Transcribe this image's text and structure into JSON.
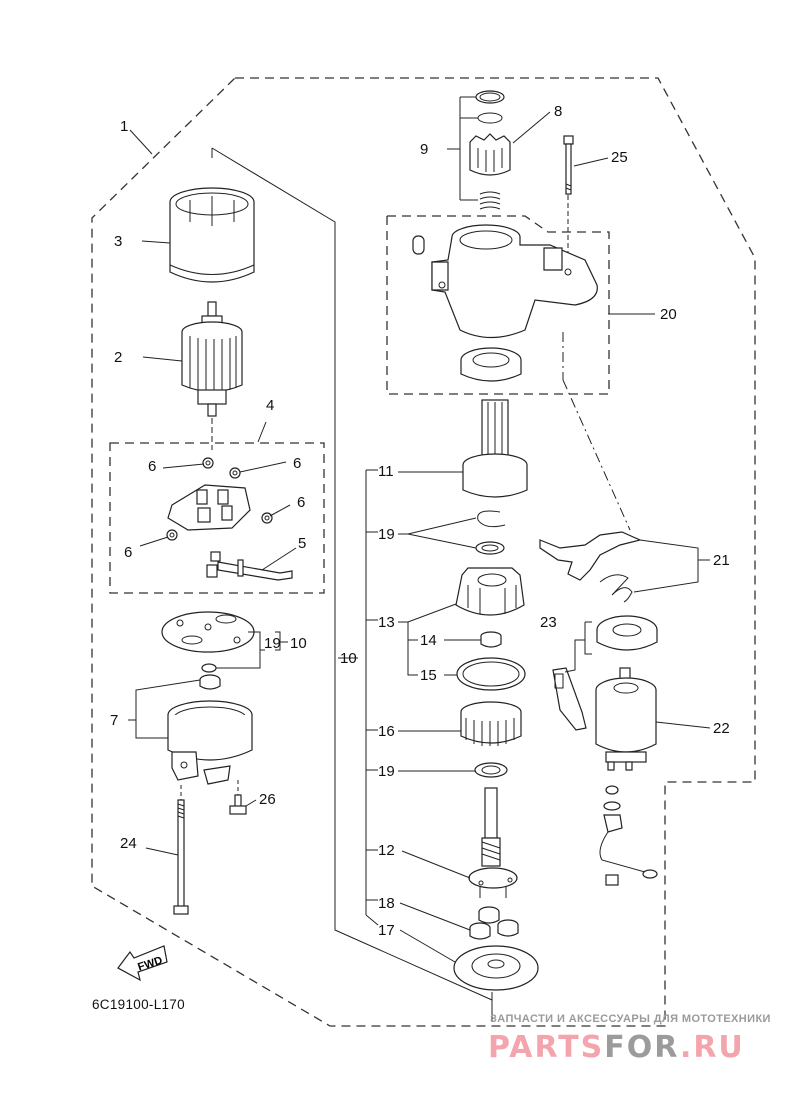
{
  "diagram": {
    "type": "exploded-parts-diagram",
    "subject": "Outboard electric starter motor assembly",
    "drawing_code": "6C19100-L170",
    "direction_marker": "FWD",
    "callouts": [
      {
        "id": "1",
        "label": "1"
      },
      {
        "id": "2",
        "label": "2"
      },
      {
        "id": "3",
        "label": "3"
      },
      {
        "id": "4",
        "label": "4"
      },
      {
        "id": "5",
        "label": "5"
      },
      {
        "id": "6a",
        "label": "6"
      },
      {
        "id": "6b",
        "label": "6"
      },
      {
        "id": "6c",
        "label": "6"
      },
      {
        "id": "6d",
        "label": "6"
      },
      {
        "id": "7",
        "label": "7"
      },
      {
        "id": "8",
        "label": "8"
      },
      {
        "id": "9",
        "label": "9"
      },
      {
        "id": "10a",
        "label": "10"
      },
      {
        "id": "10b",
        "label": "10"
      },
      {
        "id": "11",
        "label": "11"
      },
      {
        "id": "12",
        "label": "12"
      },
      {
        "id": "13",
        "label": "13"
      },
      {
        "id": "14",
        "label": "14"
      },
      {
        "id": "15",
        "label": "15"
      },
      {
        "id": "16",
        "label": "16"
      },
      {
        "id": "17",
        "label": "17"
      },
      {
        "id": "18",
        "label": "18"
      },
      {
        "id": "19a",
        "label": "19"
      },
      {
        "id": "19b",
        "label": "19"
      },
      {
        "id": "19c",
        "label": "19"
      },
      {
        "id": "20",
        "label": "20"
      },
      {
        "id": "21",
        "label": "21"
      },
      {
        "id": "22",
        "label": "22"
      },
      {
        "id": "23",
        "label": "23"
      },
      {
        "id": "24",
        "label": "24"
      },
      {
        "id": "25",
        "label": "25"
      },
      {
        "id": "26",
        "label": "26"
      }
    ]
  },
  "watermark": {
    "tagline": "ЗАПЧАСТИ И АКСЕССУАРЫ ДЛЯ МОТОТЕХНИКИ",
    "brand_part1": "PARTS",
    "brand_part2": "FOR",
    "brand_part3": ".RU",
    "color_primary": "#f4a4ac",
    "color_secondary": "#9b9b9b"
  }
}
